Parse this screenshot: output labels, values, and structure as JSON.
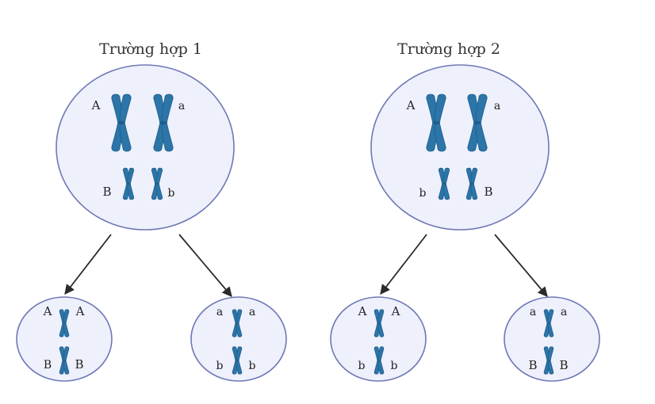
{
  "colors": {
    "cell_fill": "#eef0fb",
    "cell_stroke": "#6f78b5",
    "chromatid": "#2c75a8",
    "chromatid_edge": "#1f5e8c",
    "arrow": "#2b2b2b"
  },
  "cases": [
    {
      "title": "Trường hợp 1",
      "parent": {
        "top_left": "A",
        "top_right": "a",
        "bottom_left": "B",
        "bottom_right": "b"
      },
      "daughters": [
        {
          "top_left": "A",
          "top_right": "A",
          "bottom_left": "B",
          "bottom_right": "B"
        },
        {
          "top_left": "a",
          "top_right": "a",
          "bottom_left": "b",
          "bottom_right": "b"
        }
      ]
    },
    {
      "title": "Trường hợp 2",
      "parent": {
        "top_left": "A",
        "top_right": "a",
        "bottom_left": "b",
        "bottom_right": "B"
      },
      "daughters": [
        {
          "top_left": "A",
          "top_right": "A",
          "bottom_left": "b",
          "bottom_right": "b"
        },
        {
          "top_left": "a",
          "top_right": "a",
          "bottom_left": "B",
          "bottom_right": "B"
        }
      ]
    }
  ]
}
